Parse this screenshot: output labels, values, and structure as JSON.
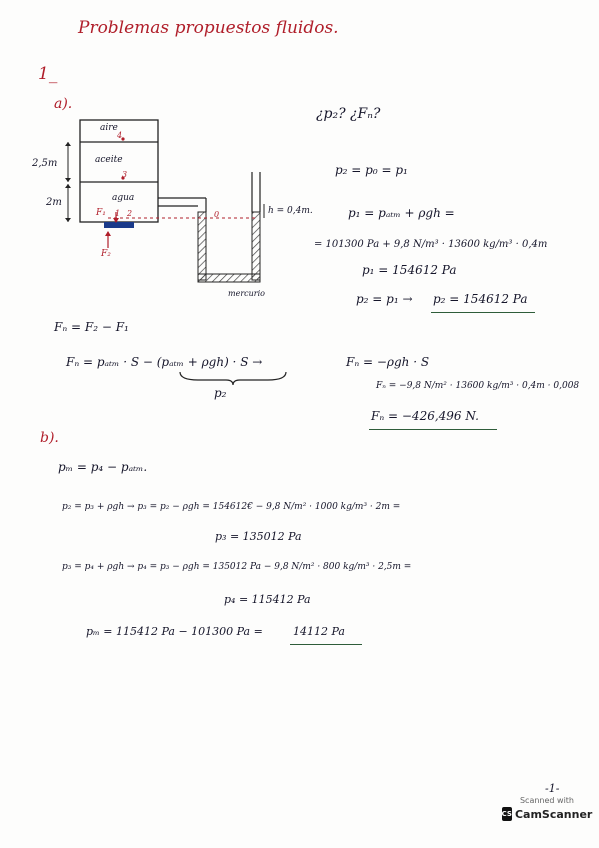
{
  "header": {
    "title": "Problemas propuestos fluidos."
  },
  "problem_number": "1_",
  "part_a": {
    "label": "a).",
    "questions": "¿p₂?   ¿Fₙ?",
    "diagram": {
      "aire": "aire",
      "aceite": "aceite",
      "agua": "agua",
      "mercurio": "mercurio",
      "dim_aceite": "2,5m",
      "dim_agua": "2m",
      "h_label": "h = 0,4m.",
      "pt4": "4",
      "pt3": "3",
      "pt2": "2",
      "pt1": "1",
      "pt0": "0",
      "F1": "F₁",
      "F2": "F₂"
    },
    "lines": [
      "p₂ = p₀ = p₁",
      "p₁ = pₐₜₘ + ρgh =",
      "= 101300 Pa + 9,8 N/m³ · 13600 kg/m³ · 0,4m",
      "p₁ = 154612 Pa",
      "p₂ = p₁  →",
      "p₂ = 154612 Pa"
    ],
    "force_lines": [
      "Fₙ = F₂ − F₁",
      "Fₙ = pₐₜₘ · S − (pₐₜₘ + ρgh) · S   →",
      "Fₙ = −ρgh · S",
      "p₂",
      "Fₙ = −9,8 N/m² · 13600 kg/m³ · 0,4m · 0,008",
      "Fₙ = −426,496 N."
    ]
  },
  "part_b": {
    "label": "b).",
    "lines": [
      "pₘ = p₄ − pₐₜₘ.",
      "p₂ = p₃ + ρgh  →  p₃ = p₂ − ρgh = 154612€ − 9,8 N/m² · 1000 kg/m³ · 2m =",
      "p₃ = 135012 Pa",
      "p₃ = p₄ + ρgh  →  p₄ = p₃ − ρgh = 135012 Pa − 9,8 N/m² · 800 kg/m³ · 2,5m =",
      "p₄ = 115412 Pa",
      "pₘ = 115412 Pa − 101300 Pa =",
      "14112 Pa"
    ]
  },
  "page_number": "-1-",
  "scanner": {
    "top": "Scanned with",
    "logo": "CS",
    "name": "CamScanner"
  },
  "colors": {
    "ink": "#15152a",
    "red_ink": "#b01e2a",
    "underline": "#2f5d3a",
    "hatch": "#444444"
  }
}
